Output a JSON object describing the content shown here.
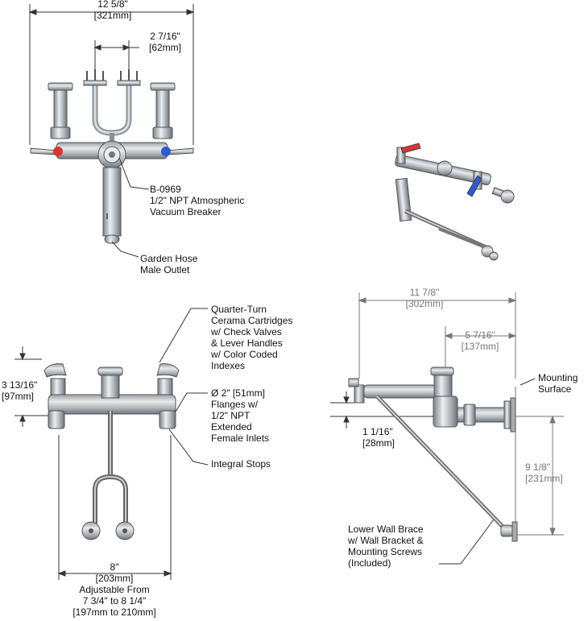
{
  "top_view": {
    "overall_width": [
      "12 5/8\"",
      "[321mm]"
    ],
    "center_width": [
      "2 7/16\"",
      "[62mm]"
    ],
    "vacuum_breaker": [
      "B-0969",
      "1/2\" NPT Atmospheric",
      "Vacuum Breaker"
    ],
    "hose_outlet": [
      "Garden Hose",
      "Male Outlet"
    ]
  },
  "front_view": {
    "height": [
      "3 13/16\"",
      "[97mm]"
    ],
    "cartridges": [
      "Quarter-Turn",
      "Cerama Cartridges",
      "w/ Check Valves",
      "& Lever Handles",
      "w/ Color Coded",
      "Indexes"
    ],
    "flanges": [
      "Ø 2\" [51mm]",
      "Flanges w/",
      "1/2\" NPT",
      "Extended",
      "Female Inlets"
    ],
    "stops": "Integral Stops",
    "centers": [
      "8\"",
      "[203mm]",
      "Adjustable From",
      "7 3/4\" to 8 1/4\"",
      "[197mm to 210mm]"
    ]
  },
  "side_view": {
    "projection": [
      "11 7/8\"",
      "[302mm]"
    ],
    "inlet_depth": [
      "5 7/16\"",
      "[137mm]"
    ],
    "mounting": [
      "Mounting",
      "Surface"
    ],
    "spout_drop": [
      "1 1/16\"",
      "[28mm]"
    ],
    "brace_height": [
      "9 1/8\"",
      "[231mm]"
    ],
    "brace": [
      "Lower Wall Brace",
      "w/ Wall Bracket &",
      "Mounting Screws",
      "(Included)"
    ]
  }
}
